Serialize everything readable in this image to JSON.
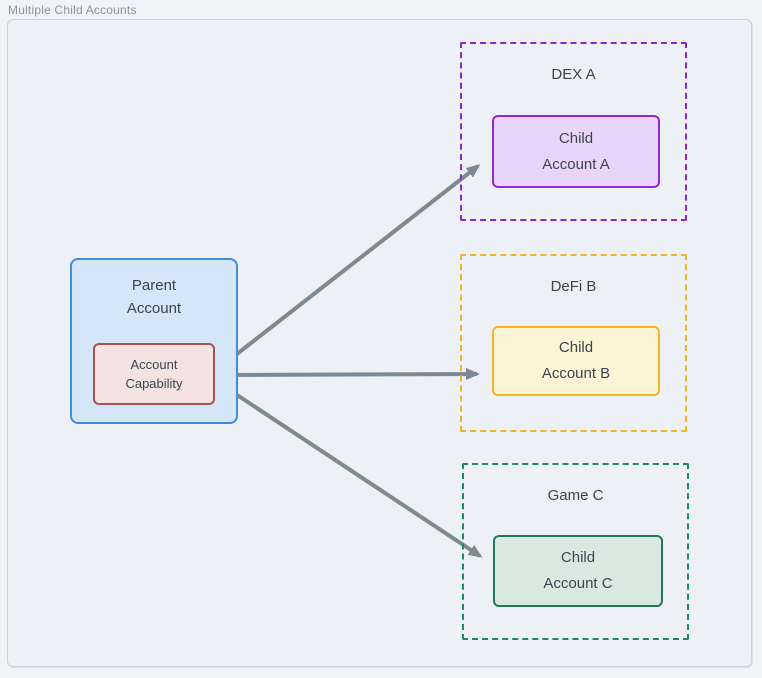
{
  "title": "Multiple Child Accounts",
  "diagram": {
    "parent": {
      "label": "Parent\nAccount",
      "capability_label": "Account\nCapability",
      "fill": "#d4e6f8",
      "border": "#3e8ee0",
      "capability_fill": "#f5e3e2",
      "capability_border": "#a25252"
    },
    "platforms": [
      {
        "name": "DEX A",
        "child_label": "Child\nAccount A",
        "accent": "#9129d6",
        "dashed_border": "#8d26cc",
        "fill": "#e9d5f9"
      },
      {
        "name": "DeFi B",
        "child_label": "Child\nAccount B",
        "accent": "#f2b724",
        "dashed_border": "#f0b429",
        "fill": "#fdf4d5"
      },
      {
        "name": "Game C",
        "child_label": "Child\nAccount C",
        "accent": "#1e7b58",
        "dashed_border": "#1f8a5f",
        "fill": "#d9e8e1"
      }
    ],
    "arrow_color": "#7d8994",
    "text_color": "#3a4550",
    "frame_fill": "#edf0f4",
    "frame_border": "#c9d3dc",
    "title_color": "#8794a2"
  }
}
